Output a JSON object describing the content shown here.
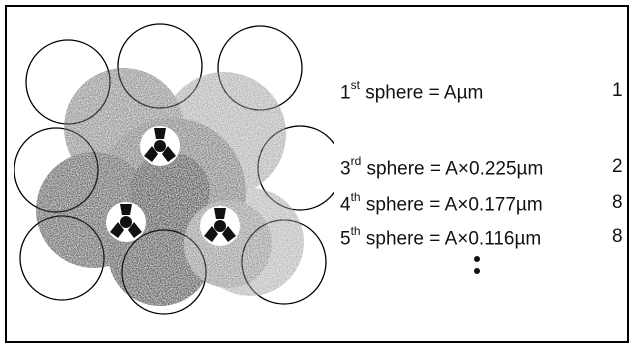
{
  "rows": [
    {
      "ordinal": "1",
      "suffix": "st",
      "word": " sphere",
      "formula": " = Aµm",
      "count": "1"
    },
    {
      "ordinal": "3",
      "suffix": "rd",
      "word": " sphere",
      "formula": " = A×0.225µm",
      "count": "2"
    },
    {
      "ordinal": "4",
      "suffix": "th",
      "word": " sphere",
      "formula": " = A×0.177µm",
      "count": "8"
    },
    {
      "ordinal": "5",
      "suffix": "th",
      "word": " sphere",
      "formula": " = A×0.116µm",
      "count": "8"
    }
  ],
  "colors": {
    "outline": "#000000",
    "dark_sphere": "#2a2a2a",
    "mid_sphere": "#6e6e6e",
    "light_sphere": "#9a9a9a",
    "marker_white": "#ffffff"
  },
  "continuation_symbol": "vertical-ellipsis"
}
